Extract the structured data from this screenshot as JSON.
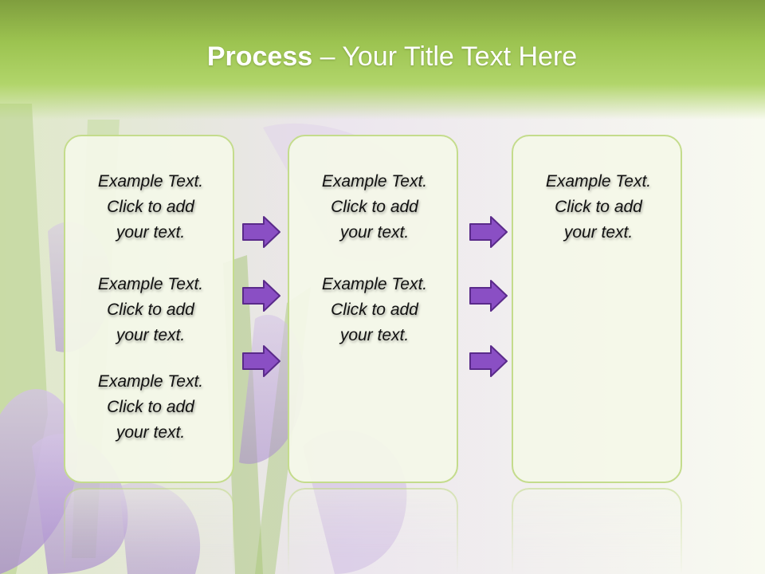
{
  "header": {
    "title_strong": "Process",
    "title_rest": " – Your Title Text Here"
  },
  "columns": [
    {
      "items": [
        "Example Text.\nClick  to add\nyour text.",
        "Example Text.\nClick  to add\nyour text.",
        "Example Text.\nClick  to add\nyour text."
      ]
    },
    {
      "items": [
        "Example Text.\nClick  to add\nyour text.",
        "Example Text.\nClick  to add\nyour text."
      ]
    },
    {
      "items": [
        "Example Text.\nClick  to add\nyour text."
      ]
    }
  ],
  "colors": {
    "header_green": "#9cc350",
    "box_border": "#c4dc8c",
    "arrow_fill": "#8a4fc4",
    "arrow_stroke": "#5a2a8a",
    "flower_purple": "#b79ad6"
  }
}
